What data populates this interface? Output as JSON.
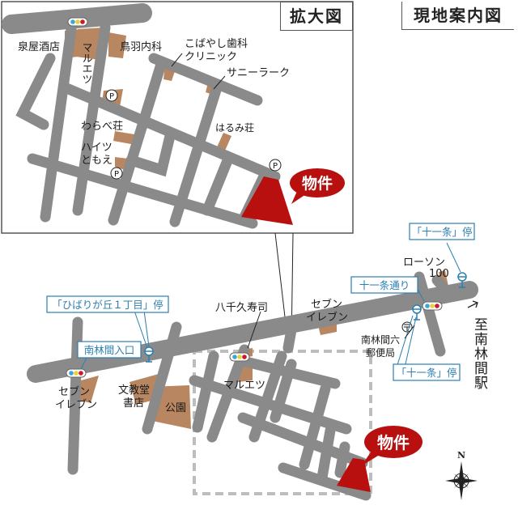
{
  "titles": {
    "enlarged_map": "拡大図",
    "area_map": "現地案内図"
  },
  "colors": {
    "road": "#8a8a8a",
    "building": "#b88660",
    "property": "#b80f0f",
    "bus_stop": "#2a7fb0",
    "dashed_area": "#bdbdbd"
  },
  "inset": {
    "labels": {
      "izumiya": "泉屋酒店",
      "maruetsu": "マルエツ",
      "toba": "鳥羽内科",
      "kobayashi_1": "こばやし歯科",
      "kobayashi_2": "クリニック",
      "sunnylark": "サニーラーク",
      "warabe": "わらべ荘",
      "heights_1": "ハイツ",
      "heights_2": "ともえ",
      "harumi": "はるみ荘",
      "parking": "P",
      "property": "物件"
    }
  },
  "main": {
    "labels": {
      "hibarigaoka_stop": "「ひばりが丘１丁目」停",
      "minamirinkan_iriguchi": "南林間入口",
      "seven_left_1": "セブン",
      "seven_left_2": "イレブン",
      "bunkyodo_1": "文教堂",
      "bunkyodo_2": "書店",
      "park": "公園",
      "yachiyo_sushi": "八千久寿司",
      "maruetsu": "マルエツ",
      "seven_right_1": "セブン",
      "seven_right_2": "イレブン",
      "juichijo_dori": "十一条通り",
      "juichijo_stop_top": "「十一条」停",
      "lawson_1": "ローソン",
      "lawson_2": "100",
      "post_office_1": "南林間六",
      "post_office_2": "郵便局",
      "juichijo_stop_bottom": "「十一条」停",
      "to_station": "至南林間駅",
      "property": "物件",
      "north": "N"
    }
  }
}
